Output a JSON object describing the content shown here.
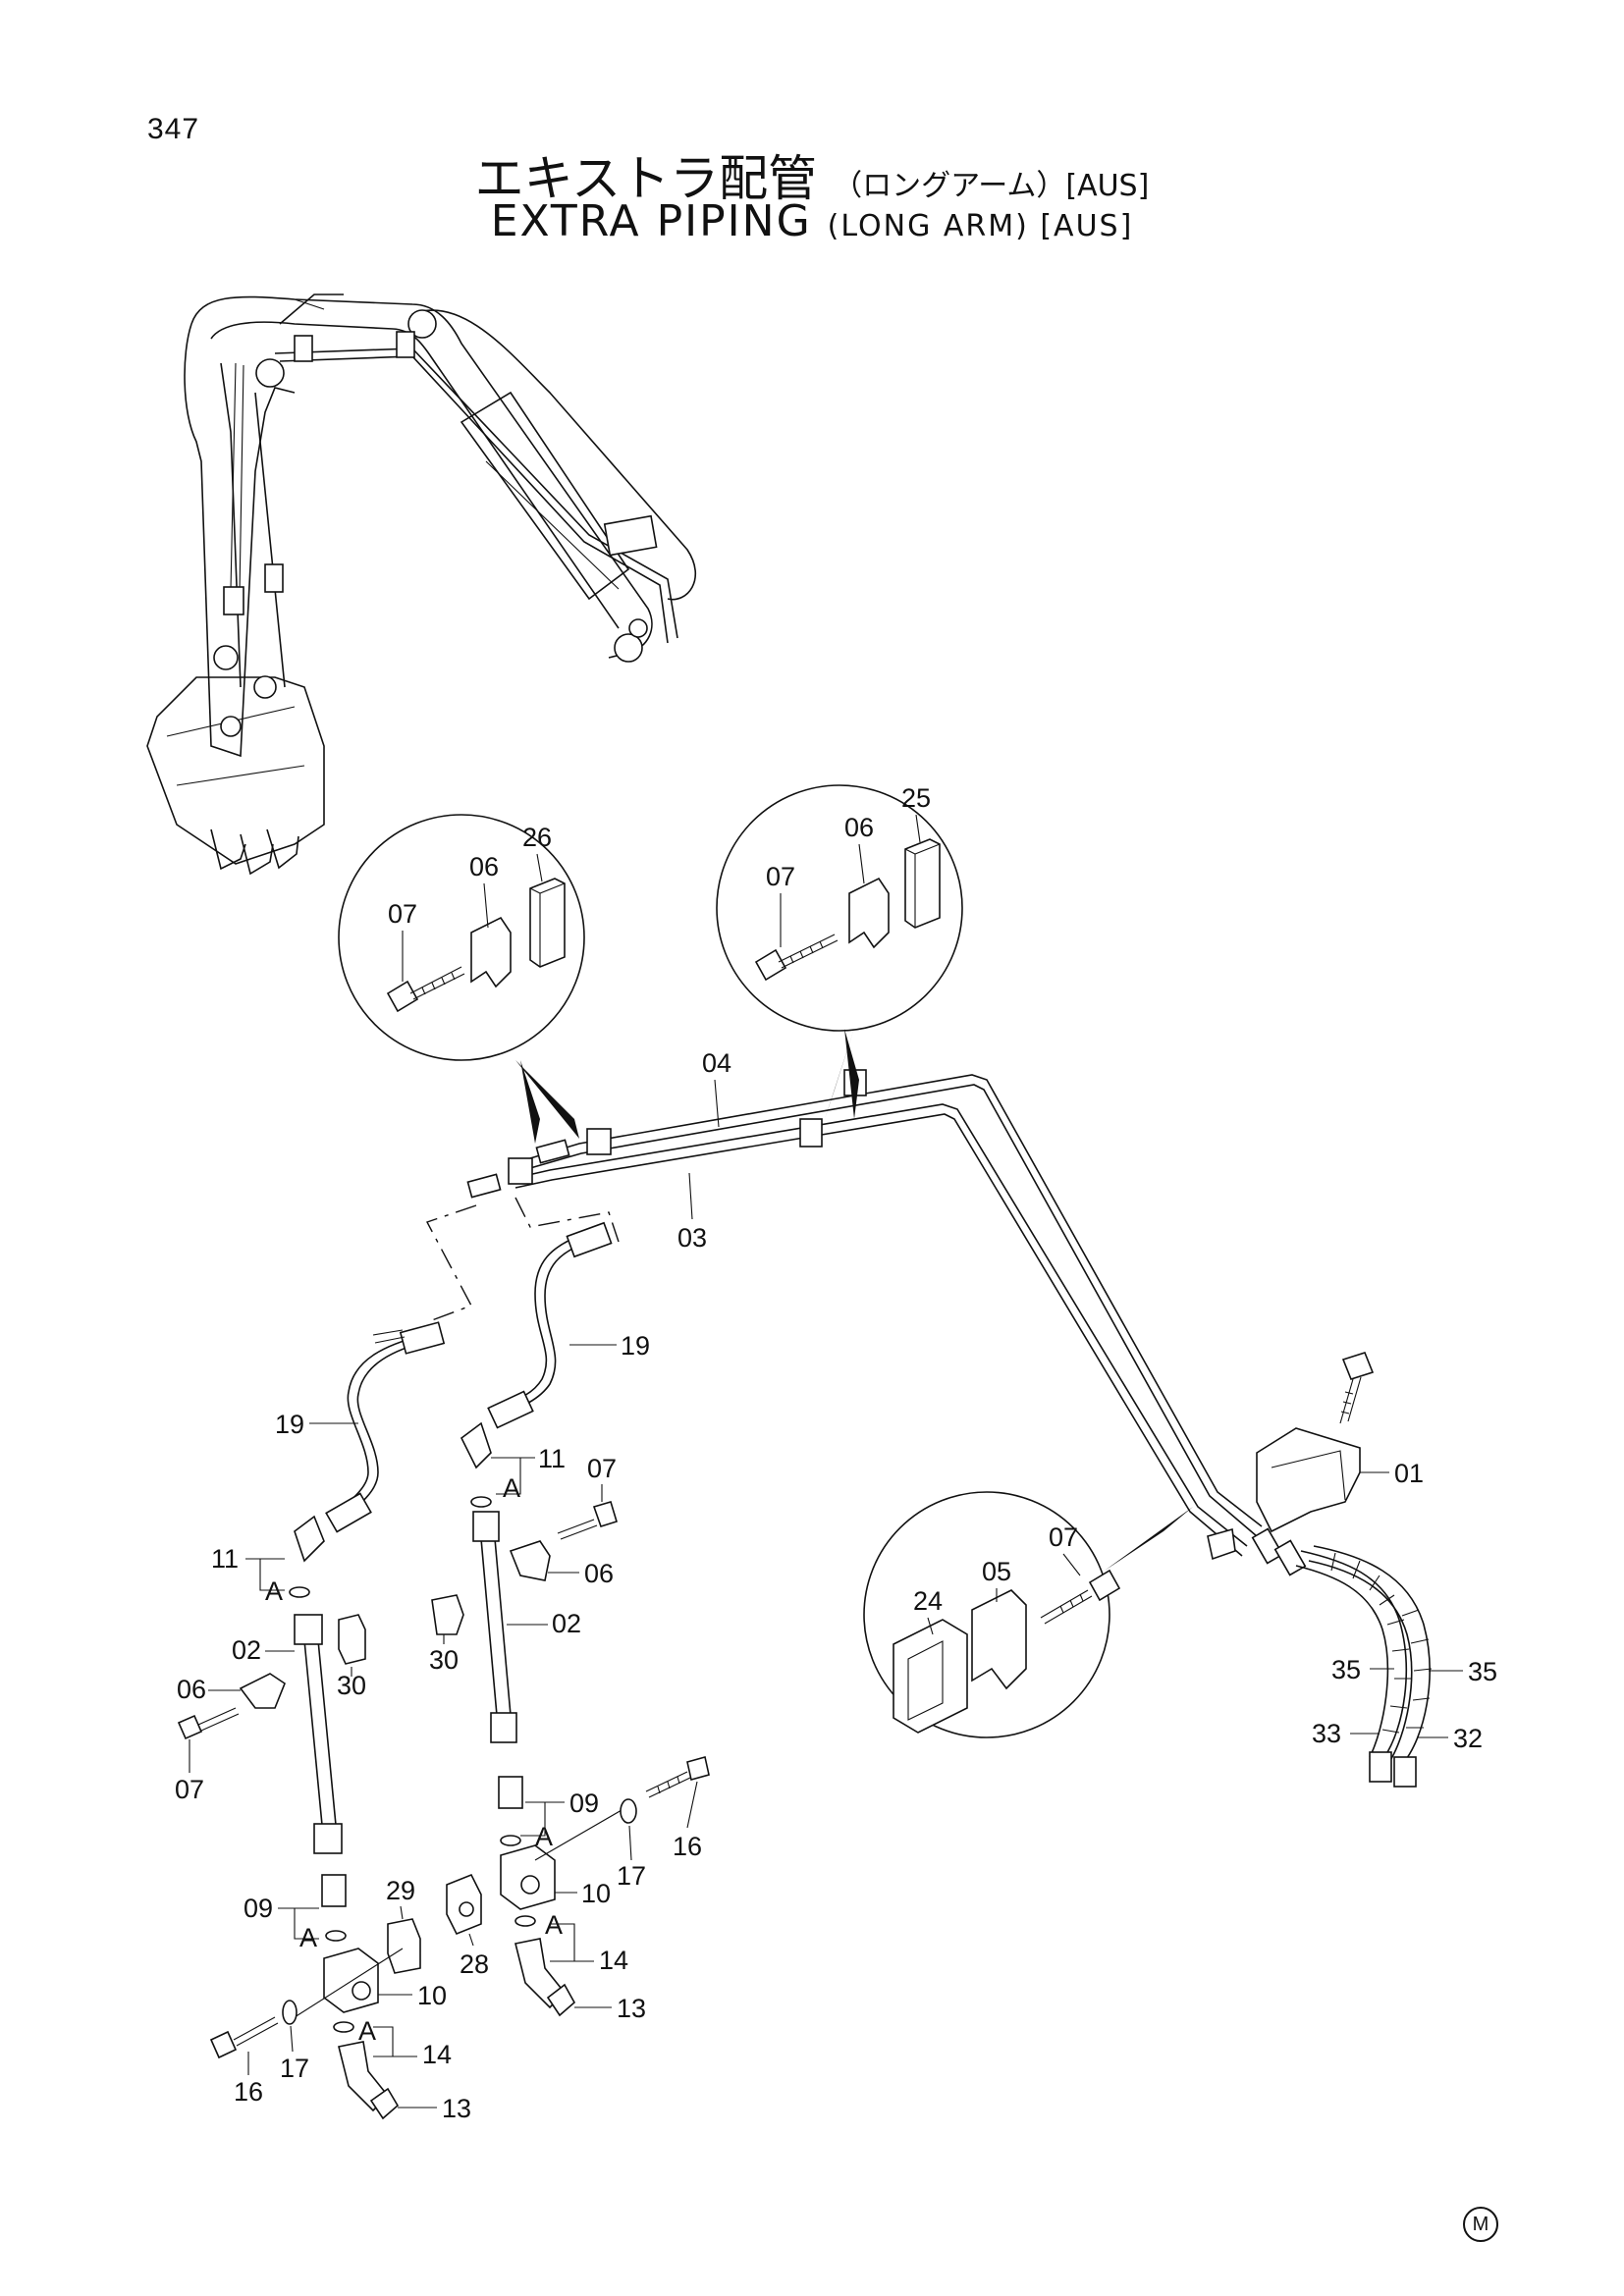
{
  "page_number": "347",
  "title": {
    "jp_main": "エキストラ配管",
    "jp_sub": "（ロングアーム）[AUS]",
    "en_main": "EXTRA PIPING",
    "en_sub": "(LONG ARM) [AUS]"
  },
  "detail_a_labels": [
    "07",
    "06",
    "26"
  ],
  "detail_b_labels": [
    "07",
    "06",
    "25"
  ],
  "detail_c_labels": [
    "24",
    "05",
    "07"
  ],
  "pipe_labels": [
    "04",
    "03"
  ],
  "left_assembly_labels": [
    "19",
    "11",
    "A",
    "02",
    "30",
    "06",
    "07",
    "09",
    "A",
    "29",
    "10",
    "16",
    "17",
    "A",
    "14",
    "13"
  ],
  "middle_assembly_labels": [
    "19",
    "11",
    "A",
    "07",
    "06",
    "02",
    "30",
    "09",
    "A",
    "10",
    "16",
    "17",
    "28",
    "A",
    "14",
    "13"
  ],
  "right_assembly_labels": [
    "01",
    "35",
    "35",
    "33",
    "32"
  ],
  "maker_mark": "M"
}
